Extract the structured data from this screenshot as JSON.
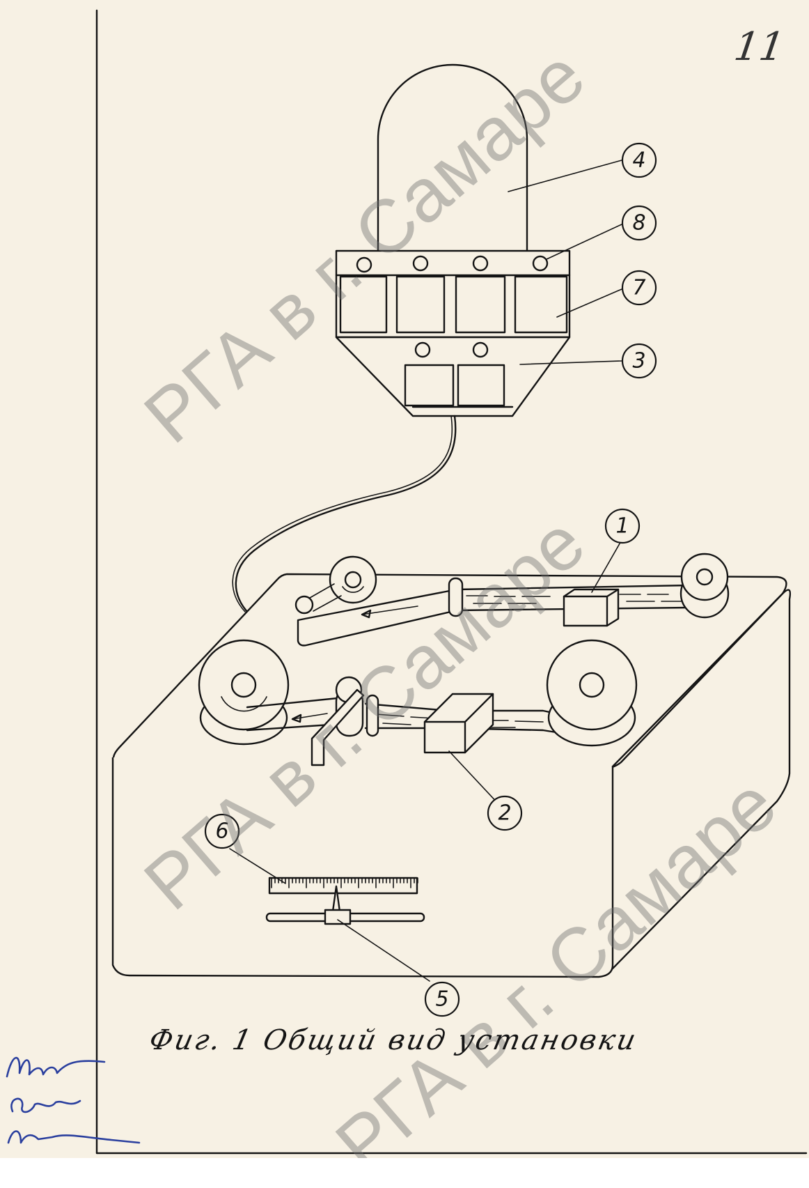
{
  "page_number": "11",
  "caption": "Фиг. 1   Общий вид установки",
  "labels": [
    "1",
    "2",
    "3",
    "4",
    "5",
    "6",
    "7",
    "8"
  ],
  "watermark": "РГА в г. Самаре",
  "colors": {
    "paper": "#f7f1e4",
    "ink": "#141414",
    "signature_ink": "#2a3f9e",
    "watermark": "#8a8a8a"
  }
}
